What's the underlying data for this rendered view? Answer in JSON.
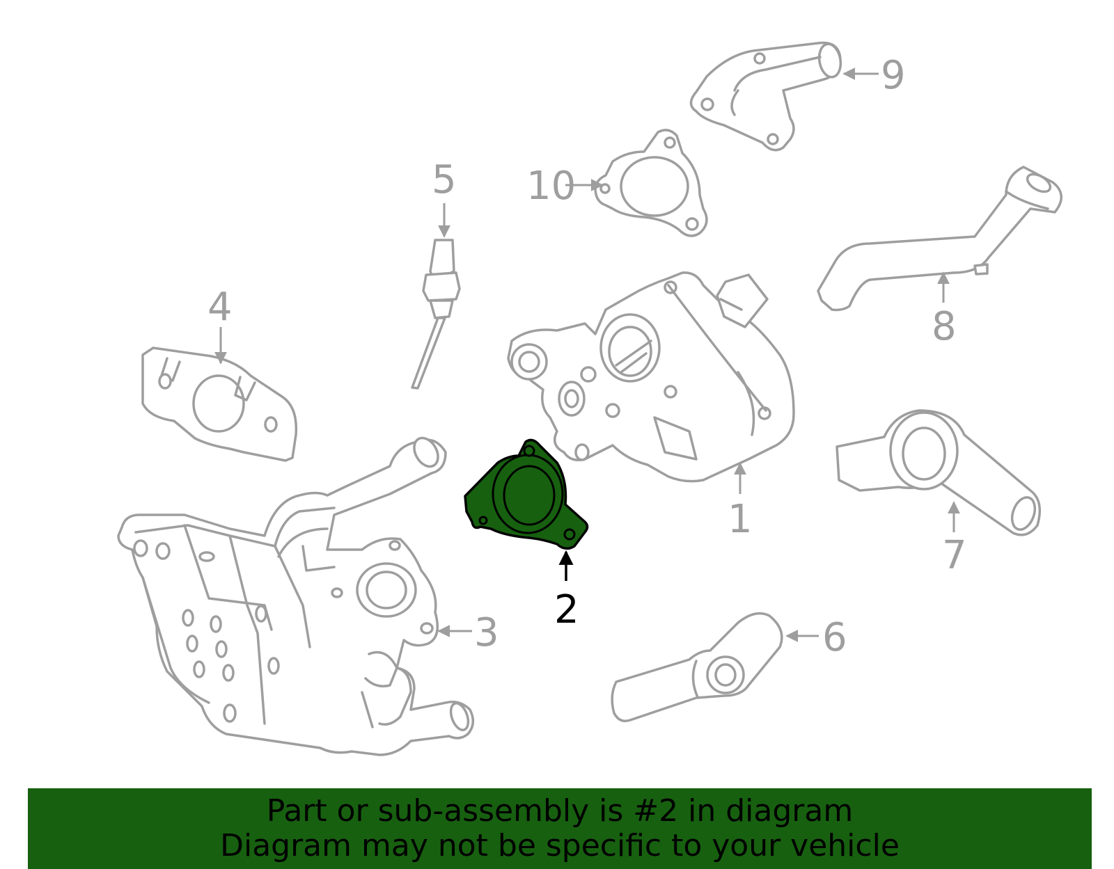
{
  "diagram": {
    "callouts": [
      {
        "id": "1",
        "label": "1"
      },
      {
        "id": "2",
        "label": "2"
      },
      {
        "id": "3",
        "label": "3"
      },
      {
        "id": "4",
        "label": "4"
      },
      {
        "id": "5",
        "label": "5"
      },
      {
        "id": "6",
        "label": "6"
      },
      {
        "id": "7",
        "label": "7"
      },
      {
        "id": "8",
        "label": "8"
      },
      {
        "id": "9",
        "label": "9"
      },
      {
        "id": "10",
        "label": "10"
      }
    ],
    "highlighted_part": "2",
    "highlight_color": "#176010",
    "line_color": "#9e9e9e"
  },
  "banner": {
    "line1": "Part or sub-assembly is #2 in diagram",
    "line2": "Diagram may not be specific to your vehicle",
    "background": "#176010"
  }
}
